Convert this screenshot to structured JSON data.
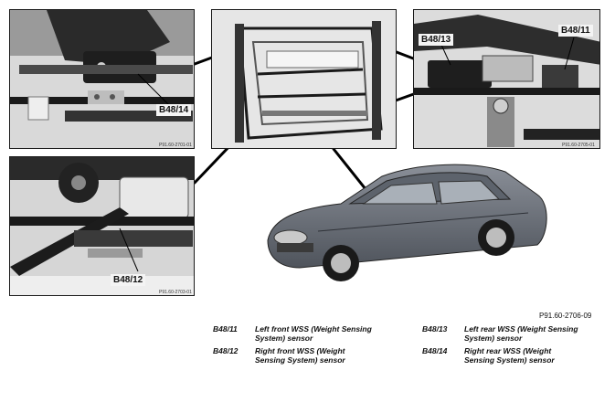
{
  "panels": {
    "top_left": {
      "callout": "B48/14",
      "code": "P91.60-2701-01"
    },
    "top_center": {},
    "top_right": {
      "callouts": [
        "B48/13",
        "B48/11"
      ],
      "code": "P91.60-2705-01"
    },
    "bottom_left": {
      "callout": "B48/12",
      "code": "P91.60-2703-01"
    }
  },
  "figure_ref": "P91.60-2706-09",
  "legend": [
    {
      "key": "B48/11",
      "line1": "Left front WSS (Weight Sensing",
      "line2": "System) sensor"
    },
    {
      "key": "B48/12",
      "line1": "Right front WSS (Weight",
      "line2": "Sensing System) sensor"
    },
    {
      "key": "B48/13",
      "line1": "Left rear WSS (Weight Sensing",
      "line2": "System) sensor"
    },
    {
      "key": "B48/14",
      "line1": "Right rear WSS (Weight",
      "line2": "Sensing System) sensor"
    }
  ]
}
